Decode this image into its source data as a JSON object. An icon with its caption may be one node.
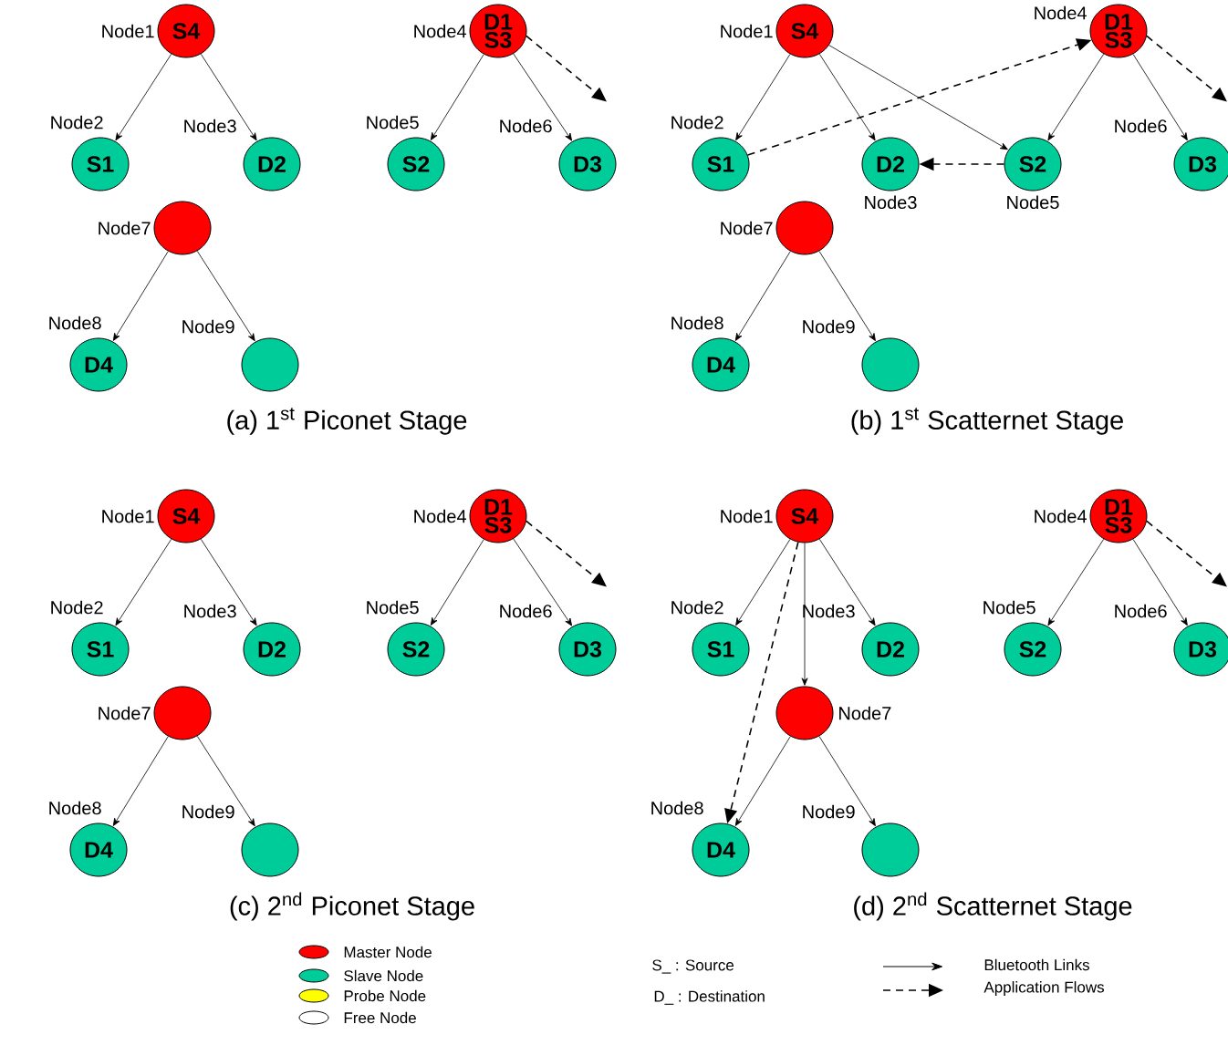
{
  "diagram": {
    "nodes": [
      {
        "text": [
          "S4"
        ],
        "beside": [
          "Node1"
        ]
      },
      {
        "text": [
          "S1"
        ],
        "beside": [
          "Node2"
        ]
      },
      {
        "text": [
          "D2"
        ],
        "beside": [
          "Node3"
        ]
      },
      {
        "text": [
          "D1",
          "S3"
        ],
        "beside": [
          "Node4"
        ]
      },
      {
        "text": [
          "S2"
        ],
        "beside": [
          "Node5"
        ]
      },
      {
        "text": [
          "D3"
        ],
        "beside": [
          "Node6"
        ]
      },
      {
        "text": [],
        "shape": "circle",
        "beside": [
          "Node7"
        ]
      },
      {
        "text": [
          "D4"
        ],
        "beside": [
          "Node8"
        ]
      },
      {
        "text": [],
        "shape": "circle",
        "beside": [
          "Node9"
        ]
      },
      {
        "text": [
          "S4"
        ],
        "beside": [
          "Node1"
        ]
      },
      {
        "text": [
          "S1"
        ],
        "beside": [
          "Node2"
        ]
      },
      {
        "text": [
          "D2"
        ],
        "beside": [
          "Node3"
        ]
      },
      {
        "text": [
          "D1",
          "S3"
        ],
        "beside": [
          "Node4"
        ]
      },
      {
        "text": [
          "S2"
        ],
        "beside": [
          "Node5"
        ]
      },
      {
        "text": [
          "D3"
        ],
        "beside": [
          "Node6"
        ]
      },
      {
        "text": [],
        "shape": "circle",
        "beside": [
          "Node7"
        ]
      },
      {
        "text": [
          "D4"
        ],
        "beside": [
          "Node8"
        ]
      },
      {
        "text": [],
        "shape": "circle",
        "beside": [
          "Node9"
        ]
      },
      {
        "text": [
          "S4"
        ],
        "beside": [
          "Node1"
        ]
      },
      {
        "text": [
          "S1"
        ],
        "beside": [
          "Node2"
        ]
      },
      {
        "text": [
          "D2"
        ],
        "beside": [
          "Node3"
        ]
      },
      {
        "text": [
          "D1",
          "S3"
        ],
        "beside": [
          "Node4"
        ]
      },
      {
        "text": [
          "S2"
        ],
        "beside": [
          "Node5"
        ]
      },
      {
        "text": [
          "D3"
        ],
        "beside": [
          "Node6"
        ]
      },
      {
        "text": [],
        "shape": "circle",
        "beside": [
          "Node7"
        ]
      },
      {
        "text": [
          "D4"
        ],
        "beside": [
          "Node8"
        ]
      },
      {
        "text": [],
        "shape": "circle",
        "beside": [
          "Node9"
        ]
      },
      {
        "text": [
          "S4"
        ],
        "beside": [
          "Node1"
        ]
      },
      {
        "text": [
          "S1"
        ],
        "beside": [
          "Node2"
        ]
      },
      {
        "text": [
          "D2"
        ],
        "beside": [
          "Node3"
        ]
      },
      {
        "text": [
          "D1",
          "S3"
        ],
        "beside": [
          "Node4"
        ]
      },
      {
        "text": [
          "S2"
        ],
        "beside": [
          "Node5"
        ]
      },
      {
        "text": [
          "D3"
        ],
        "beside": [
          "Node6"
        ]
      },
      {
        "text": [],
        "shape": "circle",
        "beside": [
          "Node7"
        ]
      },
      {
        "text": [
          "D4"
        ],
        "beside": [
          "Node8"
        ]
      },
      {
        "text": [],
        "shape": "circle",
        "beside": [
          "Node9"
        ]
      }
    ],
    "edges": [
      {
        "from": 0,
        "to": 1,
        "arrow": "to"
      },
      {
        "from": 0,
        "to": 2,
        "arrow": "to"
      },
      {
        "from": 3,
        "to": 4,
        "arrow": "to"
      },
      {
        "from": 3,
        "to": 5,
        "arrow": "to"
      },
      {
        "from": 6,
        "to": 7,
        "arrow": "to"
      },
      {
        "from": 6,
        "to": 8,
        "arrow": "to"
      },
      {
        "from": 3,
        "to": null,
        "arrow": "to",
        "style": "dashed"
      },
      {
        "from": 9,
        "to": 10,
        "arrow": "to"
      },
      {
        "from": 9,
        "to": 11,
        "arrow": "to"
      },
      {
        "from": 9,
        "to": 13,
        "arrow": "to"
      },
      {
        "from": 12,
        "to": 13,
        "arrow": "to"
      },
      {
        "from": 12,
        "to": 14,
        "arrow": "to"
      },
      {
        "from": 15,
        "to": 16,
        "arrow": "to"
      },
      {
        "from": 15,
        "to": 17,
        "arrow": "to"
      },
      {
        "from": 10,
        "to": 12,
        "arrow": "to",
        "style": "dashed"
      },
      {
        "from": 13,
        "to": 11,
        "arrow": "to",
        "style": "dashed"
      },
      {
        "from": 12,
        "to": null,
        "arrow": "to",
        "style": "dashed"
      },
      {
        "from": 18,
        "to": 19,
        "arrow": "to"
      },
      {
        "from": 18,
        "to": 20,
        "arrow": "to"
      },
      {
        "from": 21,
        "to": 22,
        "arrow": "to"
      },
      {
        "from": 21,
        "to": 23,
        "arrow": "to"
      },
      {
        "from": 24,
        "to": 25,
        "arrow": "to"
      },
      {
        "from": 24,
        "to": 26,
        "arrow": "to"
      },
      {
        "from": 21,
        "to": null,
        "arrow": "to",
        "style": "dashed"
      },
      {
        "from": 27,
        "to": 28,
        "arrow": "to"
      },
      {
        "from": 27,
        "to": 29,
        "arrow": "to"
      },
      {
        "from": 27,
        "to": 33,
        "arrow": "to"
      },
      {
        "from": 27,
        "to": 34,
        "arrow": "to",
        "style": "dashed"
      },
      {
        "from": 30,
        "to": 31,
        "arrow": "to"
      },
      {
        "from": 30,
        "to": 32,
        "arrow": "to"
      },
      {
        "from": 30,
        "to": null,
        "arrow": "to",
        "style": "dashed"
      },
      {
        "from": 33,
        "to": 34,
        "arrow": "to"
      },
      {
        "from": 33,
        "to": 35,
        "arrow": "to"
      }
    ],
    "labels": [
      "(a) 1$^{st}$ Piconet Stage",
      "(b) 1$^{st}$ Scatternet Stage",
      "(c) 2$^{nd}$ Piconet Stage",
      "(d) 2$^{nd}$ Scatternet Stage",
      "S_ : Source",
      "D_ : Destination"
    ],
    "legend": [
      {
        "text": "Master Node",
        "color": "#ff0000"
      },
      {
        "text": "Slave Node",
        "color": "#00cc99"
      },
      {
        "text": "Probe Node",
        "color": "#ffff00"
      },
      {
        "text": "Free Node"
      },
      {
        "text": "Bluetooth Links"
      },
      {
        "text": "Application Flows"
      }
    ]
  }
}
